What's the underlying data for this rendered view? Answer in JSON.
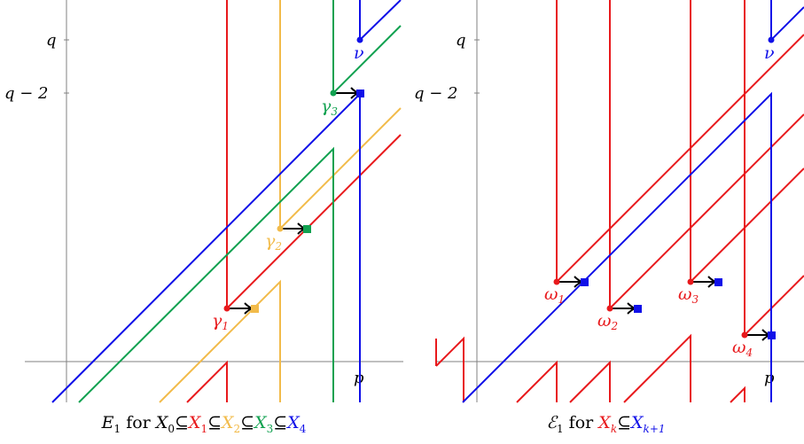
{
  "colors": {
    "red": "#e8191c",
    "orange": "#f2bb4a",
    "green": "#11a150",
    "blue": "#1010e8",
    "axis": "#808080",
    "arrow": "#000000"
  },
  "ticks": {
    "left": {
      "q": "q",
      "q_minus_2": "q − 2",
      "p": "p"
    },
    "right": {
      "q": "q",
      "q_minus_2": "q − 2",
      "p": "p"
    }
  },
  "labels": {
    "left": {
      "nu": {
        "main": "ν",
        "sub": ""
      },
      "gamma1": {
        "main": "γ",
        "sub": "1"
      },
      "gamma2": {
        "main": "γ",
        "sub": "2"
      },
      "gamma3": {
        "main": "γ",
        "sub": "3"
      }
    },
    "right": {
      "nu": {
        "main": "ν",
        "sub": ""
      },
      "omega1": {
        "main": "ω",
        "sub": "1"
      },
      "omega2": {
        "main": "ω",
        "sub": "2"
      },
      "omega3": {
        "main": "ω",
        "sub": "3"
      },
      "omega4": {
        "main": "ω",
        "sub": "4"
      }
    }
  },
  "captions": {
    "left": {
      "head": "E",
      "head_sub": "1",
      "word": "for",
      "x0": "X",
      "x0_sub": "0",
      "x1": "X",
      "x1_sub": "1",
      "x2": "X",
      "x2_sub": "2",
      "x3": "X",
      "x3_sub": "3",
      "x4": "X",
      "x4_sub": "4",
      "subset": "⊆"
    },
    "right": {
      "head": "ℰ",
      "head_sub": "1",
      "word": "for",
      "xk": "X",
      "xk_sub": "k",
      "xk1": "X",
      "xk1_sub": "k+1",
      "subset": "⊆"
    }
  }
}
